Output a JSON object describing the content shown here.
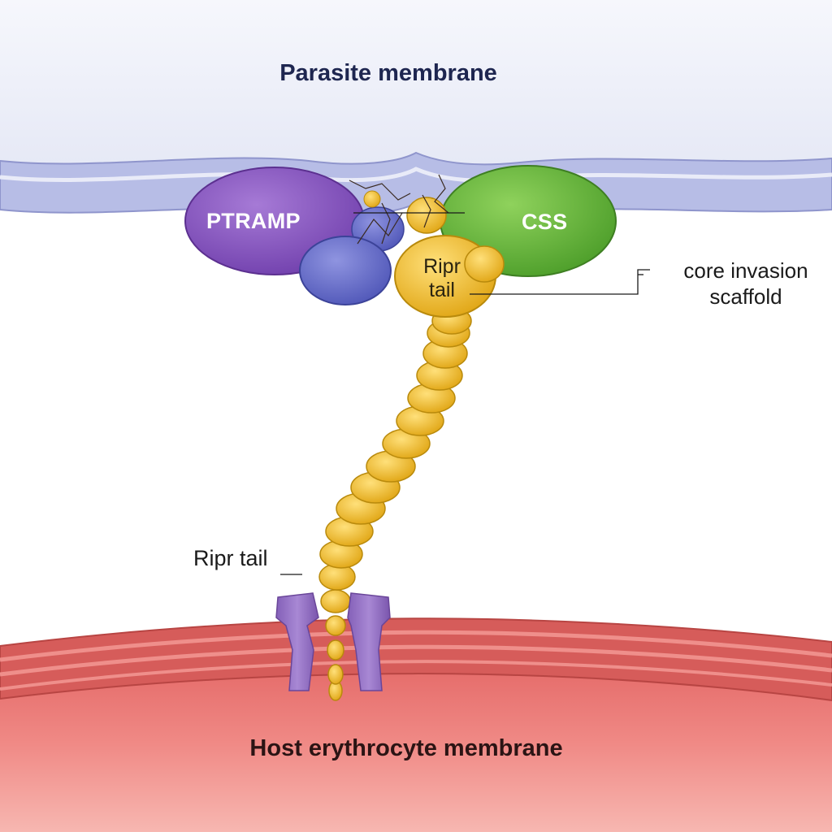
{
  "labels": {
    "parasite_membrane": "Parasite membrane",
    "host_membrane": "Host erythrocyte membrane",
    "ptramp": "PTRAMP",
    "css": "CSS",
    "ripr_tail_inner": "Ripr tail",
    "ripr_tail_outer": "Ripr tail",
    "core_invasion_scaffold": "core invasion scaffold"
  },
  "colors": {
    "parasite_membrane": "#b7bde6",
    "parasite_cytoplasm": "#eef0fa",
    "ptramp": "#8a57c2",
    "css": "#6cbd3f",
    "ripr": "#f2c230",
    "small_subunits": "#6d73c9",
    "receptor": "#9b78c6",
    "erythrocyte": "#d9595a"
  }
}
